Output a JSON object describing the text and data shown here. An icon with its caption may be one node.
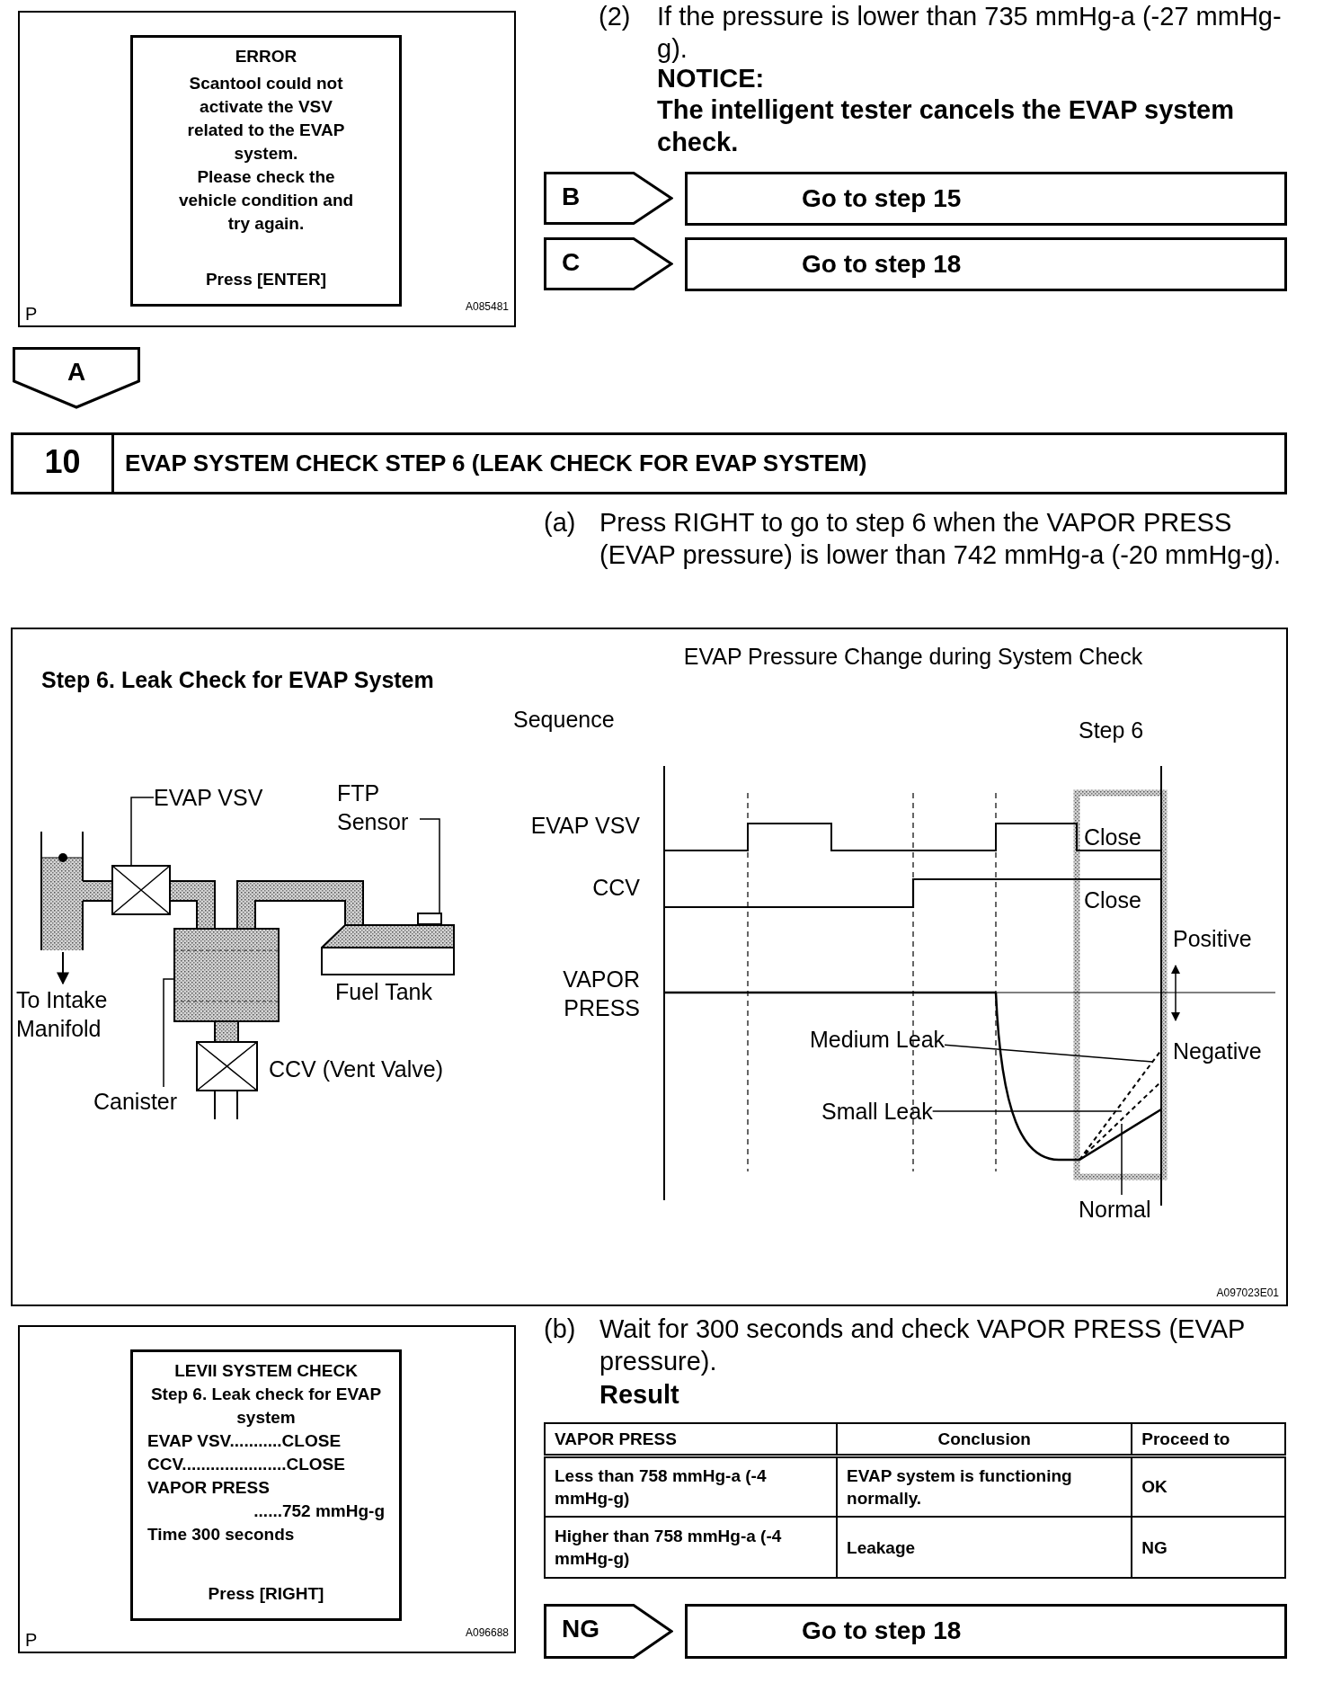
{
  "diagram": {
    "nodes": [
      {
        "text": [
          "P",
          "A085481"
        ]
      },
      {
        "text": [
          "ERROR",
          "Scantool could not activate the VSV related to the EVAP system.",
          "Please check the vehicle condition and try again.",
          "Press [ENTER]"
        ],
        "in": 0
      },
      {
        "text": [
          "B"
        ]
      },
      {
        "text": [
          "Go to step 15"
        ]
      },
      {
        "text": [
          "C"
        ]
      },
      {
        "text": [
          "Go to step 18"
        ]
      },
      {
        "text": [
          "A"
        ]
      },
      {
        "text": [
          "10",
          "EVAP SYSTEM CHECK STEP 6 (LEAK CHECK FOR EVAP SYSTEM)"
        ]
      },
      {
        "text": [
          "Step 6. Leak Check for EVAP System",
          "EVAP Pressure Change during System Check",
          "A097023E01"
        ]
      },
      {
        "text": [
          "EVAP VSV"
        ],
        "in": 8
      },
      {
        "text": [],
        "shape": "box",
        "in": 8
      },
      {
        "text": [
          "FTP Sensor"
        ],
        "in": 8
      },
      {
        "text": [],
        "shape": "box",
        "in": 8
      },
      {
        "text": [
          "Canister"
        ],
        "in": 8
      },
      {
        "text": [],
        "shape": "box",
        "in": 8
      },
      {
        "text": [
          "Medium Leak"
        ],
        "in": 8
      },
      {
        "text": [
          "Small Leak"
        ],
        "in": 8
      },
      {
        "text": [
          "Normal"
        ],
        "in": 8
      },
      {
        "text": [
          "P",
          "A096688"
        ]
      },
      {
        "text": [
          "LEVII SYSTEM CHECK",
          "Step 6. Leak check for EVAP system",
          "EVAP VSV...........CLOSE",
          "CCV......................CLOSE",
          "VAPOR PRESS",
          "......752 mmHg-g",
          "Time 300 seconds",
          "Press [RIGHT]"
        ],
        "in": 18
      },
      {
        "text": [
          "NG"
        ]
      },
      {
        "text": [
          "Go to step 18"
        ]
      }
    ],
    "edges": [
      {
        "from": 9,
        "to": 10,
        "arrow": "none"
      },
      {
        "from": 11,
        "to": 12,
        "arrow": "none"
      },
      {
        "from": 13,
        "to": 14,
        "arrow": "none"
      },
      {
        "from": 15,
        "to": null,
        "arrow": "none"
      },
      {
        "from": 16,
        "to": null,
        "arrow": "none"
      },
      {
        "from": 17,
        "to": null,
        "arrow": "none"
      }
    ],
    "labels": [
      "(2)",
      "If the pressure is lower than 735 mmHg-a (-27 mmHg-g).",
      "NOTICE:",
      "The intelligent tester cancels the EVAP system check.",
      "(a)",
      "Press RIGHT to go to step 6 when the VAPOR PRESS (EVAP pressure) is lower than 742 mmHg-a (-20 mmHg-g).",
      "To Intake Manifold",
      "Fuel Tank",
      "CCV (Vent Valve)",
      "Sequence",
      "Step 6",
      "EVAP VSV",
      "CCV",
      "VAPOR PRESS",
      "Close",
      "Close",
      "Positive",
      "Negative",
      "(b)",
      "Wait for 300 seconds and check VAPOR PRESS (EVAP pressure).",
      "Result",
      "VAPOR PRESS",
      "Conclusion",
      "Proceed to",
      "Less than 758 mmHg-a (-4 mmHg-g)",
      "EVAP system is functioning normally.",
      "OK",
      "Higher than 758 mmHg-a (-4 mmHg-g)",
      "Leakage",
      "NG"
    ]
  }
}
